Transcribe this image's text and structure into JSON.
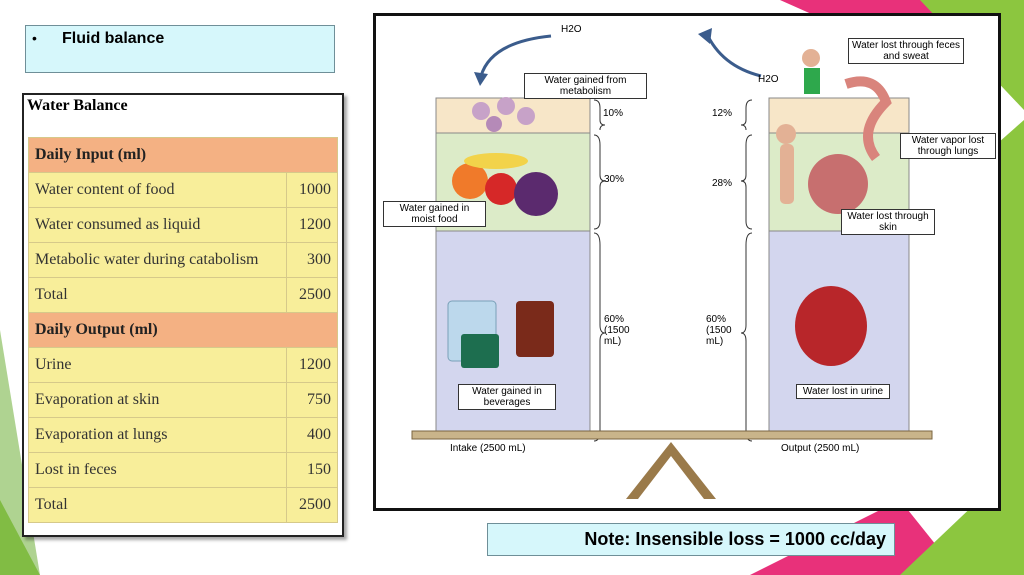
{
  "slide": {
    "bullet": "•",
    "title": "Fluid balance",
    "note": "Note: Insensible loss = 1000 cc/day",
    "accent_colors": {
      "green": "#8cc63f",
      "pink": "#e8317a"
    }
  },
  "water_balance": {
    "heading": "Water Balance",
    "input_header": "Daily Input (ml)",
    "inputs": [
      {
        "label": "Water content of food",
        "value": "1000"
      },
      {
        "label": "Water consumed as liquid",
        "value": "1200"
      },
      {
        "label": "Metabolic water during catabolism",
        "value": "300"
      },
      {
        "label": "Total",
        "value": "2500"
      }
    ],
    "output_header": "Daily Output (ml)",
    "outputs": [
      {
        "label": "Urine",
        "value": "1200"
      },
      {
        "label": "Evaporation at skin",
        "value": "750"
      },
      {
        "label": "Evaporation at lungs",
        "value": "400"
      },
      {
        "label": "Lost in feces",
        "value": "150"
      },
      {
        "label": "Total",
        "value": "2500"
      }
    ]
  },
  "diagram": {
    "h2o": "H2O",
    "intake": {
      "label": "Intake (2500 mL)",
      "metabolism": "Water gained from metabolism",
      "food": "Water gained in moist food",
      "beverages": "Water gained in beverages",
      "pct_metabolism": "10%",
      "pct_food": "30%",
      "pct_beverages": "60% (1500 mL)"
    },
    "output": {
      "label": "Output (2500 mL)",
      "feces": "Water lost through feces and sweat",
      "lungs": "Water vapor lost through lungs",
      "skin": "Water lost through skin",
      "urine": "Water lost in urine",
      "pct_feces": "12%",
      "pct_skin": "28%",
      "pct_urine": "60% (1500 mL)"
    }
  }
}
